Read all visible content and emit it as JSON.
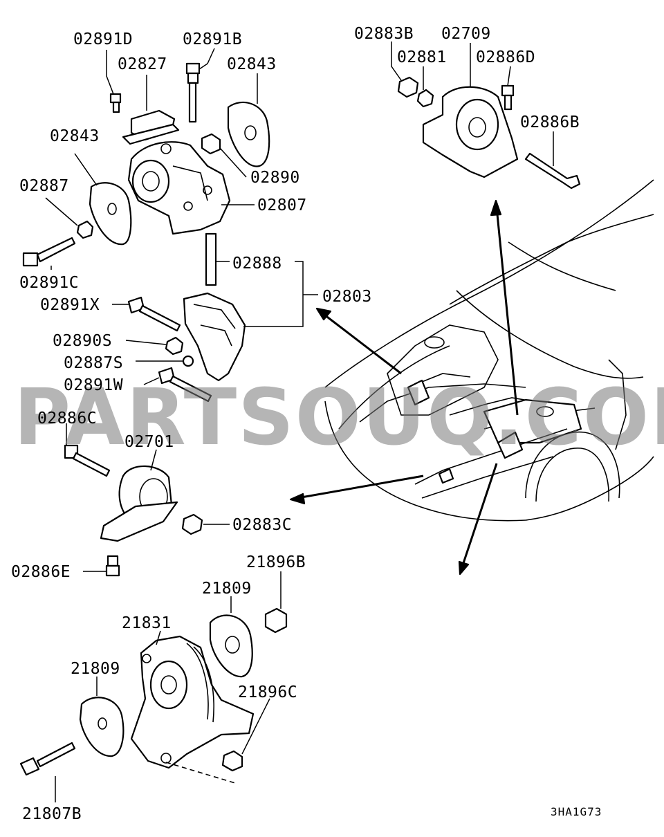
{
  "diagram": {
    "labels": [
      {
        "id": "l1",
        "text": "02891D"
      },
      {
        "id": "l2",
        "text": "02891B"
      },
      {
        "id": "l3",
        "text": "02827"
      },
      {
        "id": "l4",
        "text": "02843"
      },
      {
        "id": "l5",
        "text": "02843"
      },
      {
        "id": "l6",
        "text": "02890"
      },
      {
        "id": "l7",
        "text": "02887"
      },
      {
        "id": "l8",
        "text": "02807"
      },
      {
        "id": "l9",
        "text": "02891C"
      },
      {
        "id": "l10",
        "text": "02888"
      },
      {
        "id": "l11",
        "text": "02803"
      },
      {
        "id": "l12",
        "text": "02891X"
      },
      {
        "id": "l13",
        "text": "02890S"
      },
      {
        "id": "l14",
        "text": "02887S"
      },
      {
        "id": "l15",
        "text": "02891W"
      },
      {
        "id": "l16",
        "text": "02886C"
      },
      {
        "id": "l17",
        "text": "02701"
      },
      {
        "id": "l18",
        "text": "02883C"
      },
      {
        "id": "l19",
        "text": "02886E"
      },
      {
        "id": "l20",
        "text": "21896B"
      },
      {
        "id": "l21",
        "text": "21809"
      },
      {
        "id": "l22",
        "text": "21831"
      },
      {
        "id": "l23",
        "text": "21809"
      },
      {
        "id": "l24",
        "text": "21896C"
      },
      {
        "id": "l25",
        "text": "21807B"
      },
      {
        "id": "l26",
        "text": "02883B"
      },
      {
        "id": "l27",
        "text": "02709"
      },
      {
        "id": "l28",
        "text": "02881"
      },
      {
        "id": "l29",
        "text": "02886D"
      },
      {
        "id": "l30",
        "text": "02886B"
      }
    ],
    "watermark": "PARTSOUQ.COM",
    "code": "3HA1G73"
  }
}
